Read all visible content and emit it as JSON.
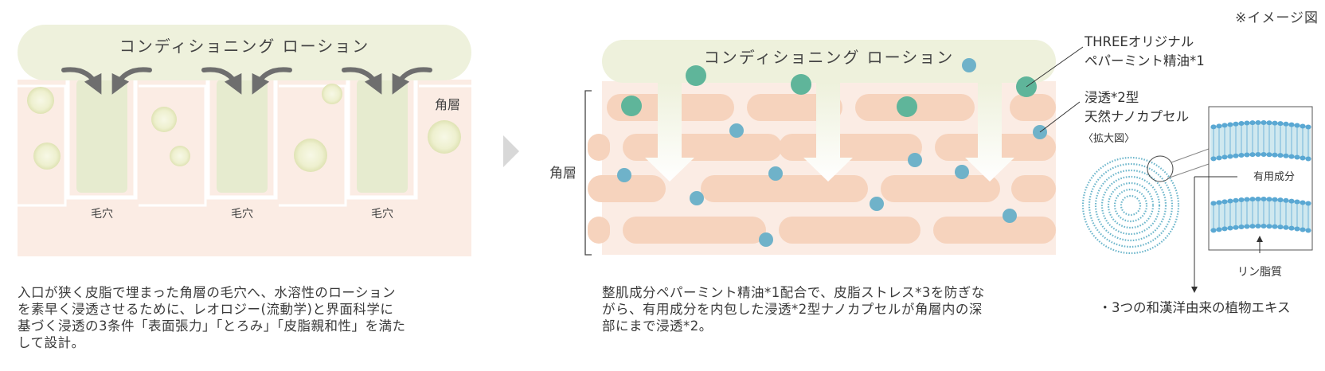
{
  "note": "※イメージ図",
  "left": {
    "lotion_label": "コンディショニング ローション",
    "stratum_label": "角層",
    "pore_labels": [
      "毛穴",
      "毛穴",
      "毛穴"
    ],
    "caption": [
      "入口が狭く皮脂で埋まった角層の毛穴へ、水溶性のローション",
      "を素早く浸透させるために、レオロジー(流動学)と界面科学に",
      "基づく浸透の3条件「表面張力」「とろみ」「皮脂親和性」を満た",
      "して設計。"
    ]
  },
  "right": {
    "lotion_label": "コンディショニング ローション",
    "stratum_label": "角層",
    "oil_label": [
      "THREEオリジナル",
      "ペパーミント精油*1"
    ],
    "capsule_label": [
      "浸透*2型",
      "天然ナノカプセル"
    ],
    "zoom_label": "〈拡大図〉",
    "active_label": "有用成分",
    "lipid_label": "リン脂質",
    "extract_label": "・3つの和漢洋由来の植物エキス",
    "caption": [
      "整肌成分ペパーミント精油*1配合で、皮脂ストレス*3を防ぎな",
      "がら、有用成分を内包した浸透*2型ナノカプセルが角層内の深",
      "部にまで浸透*2。"
    ]
  },
  "colors": {
    "lotion": "#eef1dc",
    "skin": "#fbece4",
    "pore_fill": "#e9edd5",
    "sebum_ball": "#eef0cf",
    "arrow": "#6e6e6e",
    "cell": "#f6d3bd",
    "oil_drop": "#5fb59a",
    "capsule": "#6fb2c9",
    "membrane": "#5aa8d3",
    "membrane_fill": "#cfe8ef"
  }
}
